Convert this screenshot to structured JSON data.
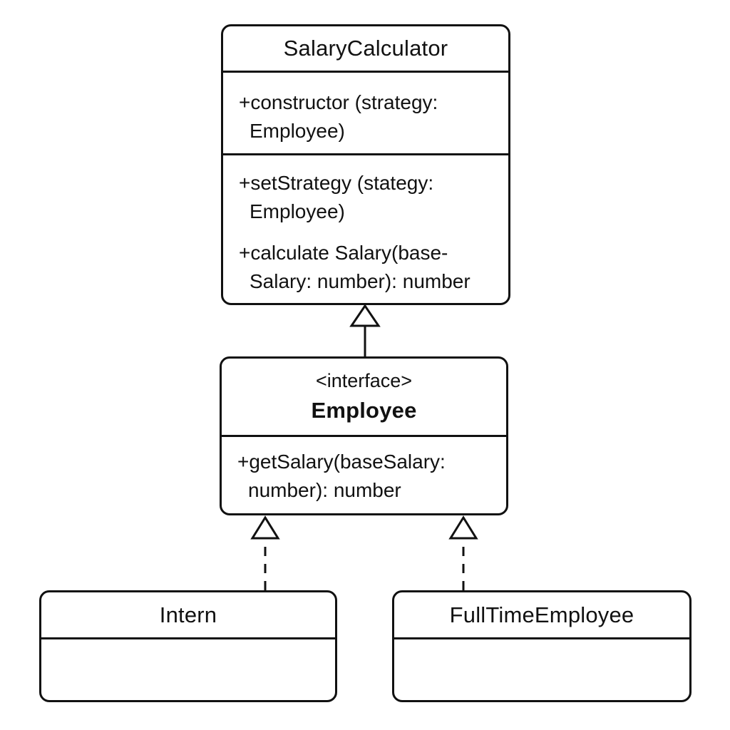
{
  "diagram_type": "uml_class_diagram",
  "classes": {
    "salary_calculator": {
      "name": "SalaryCalculator",
      "method1_line1": "+constructor (strategy:",
      "method1_line2": "Employee)",
      "method2_line1": "+setStrategy (stategy:",
      "method2_line2": "Employee)",
      "method3_line1": "+calculate Salary(base-",
      "method3_line2": "Salary: number): number"
    },
    "employee": {
      "stereotype": "<interface>",
      "name": "Employee",
      "method1_line1": "+getSalary(baseSalary:",
      "method1_line2": "number): number"
    },
    "intern": {
      "name": "Intern"
    },
    "full_time_employee": {
      "name": "FullTimeEmployee"
    }
  },
  "relationships": [
    {
      "from": "Employee",
      "to": "SalaryCalculator",
      "type": "generalization",
      "line_style": "solid",
      "arrowhead": "hollow-triangle"
    },
    {
      "from": "Intern",
      "to": "Employee",
      "type": "realization",
      "line_style": "dashed",
      "arrowhead": "hollow-triangle"
    },
    {
      "from": "FullTimeEmployee",
      "to": "Employee",
      "type": "realization",
      "line_style": "dashed",
      "arrowhead": "hollow-triangle"
    }
  ],
  "colors": {
    "stroke": "#111111",
    "background": "#ffffff",
    "text": "#111111"
  }
}
